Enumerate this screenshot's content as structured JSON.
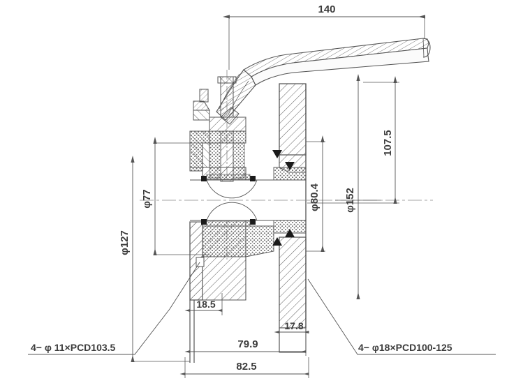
{
  "drawing": {
    "type": "engineering-cross-section",
    "subject": "flanged ball valve with lever handle",
    "background_color": "#ffffff",
    "line_color": "#555555",
    "text_color": "#3c3c3c",
    "units": "mm"
  },
  "dimensions": {
    "overall_handle_length": "140",
    "handle_height": "107.5",
    "flange_outer_dia_left": "φ127",
    "bore_dia_left": "φ77",
    "seat_dia_right": "φ80.4",
    "flange_outer_dia_right": "φ152",
    "left_flange_thickness": "18.5",
    "right_flange_thickness": "17.8",
    "body_length_inner": "79.9",
    "body_length_total": "82.5"
  },
  "callouts": {
    "left_bolt_pattern": "4− φ 11×PCD103.5",
    "right_bolt_pattern": "4− φ18×PCD100-125"
  }
}
